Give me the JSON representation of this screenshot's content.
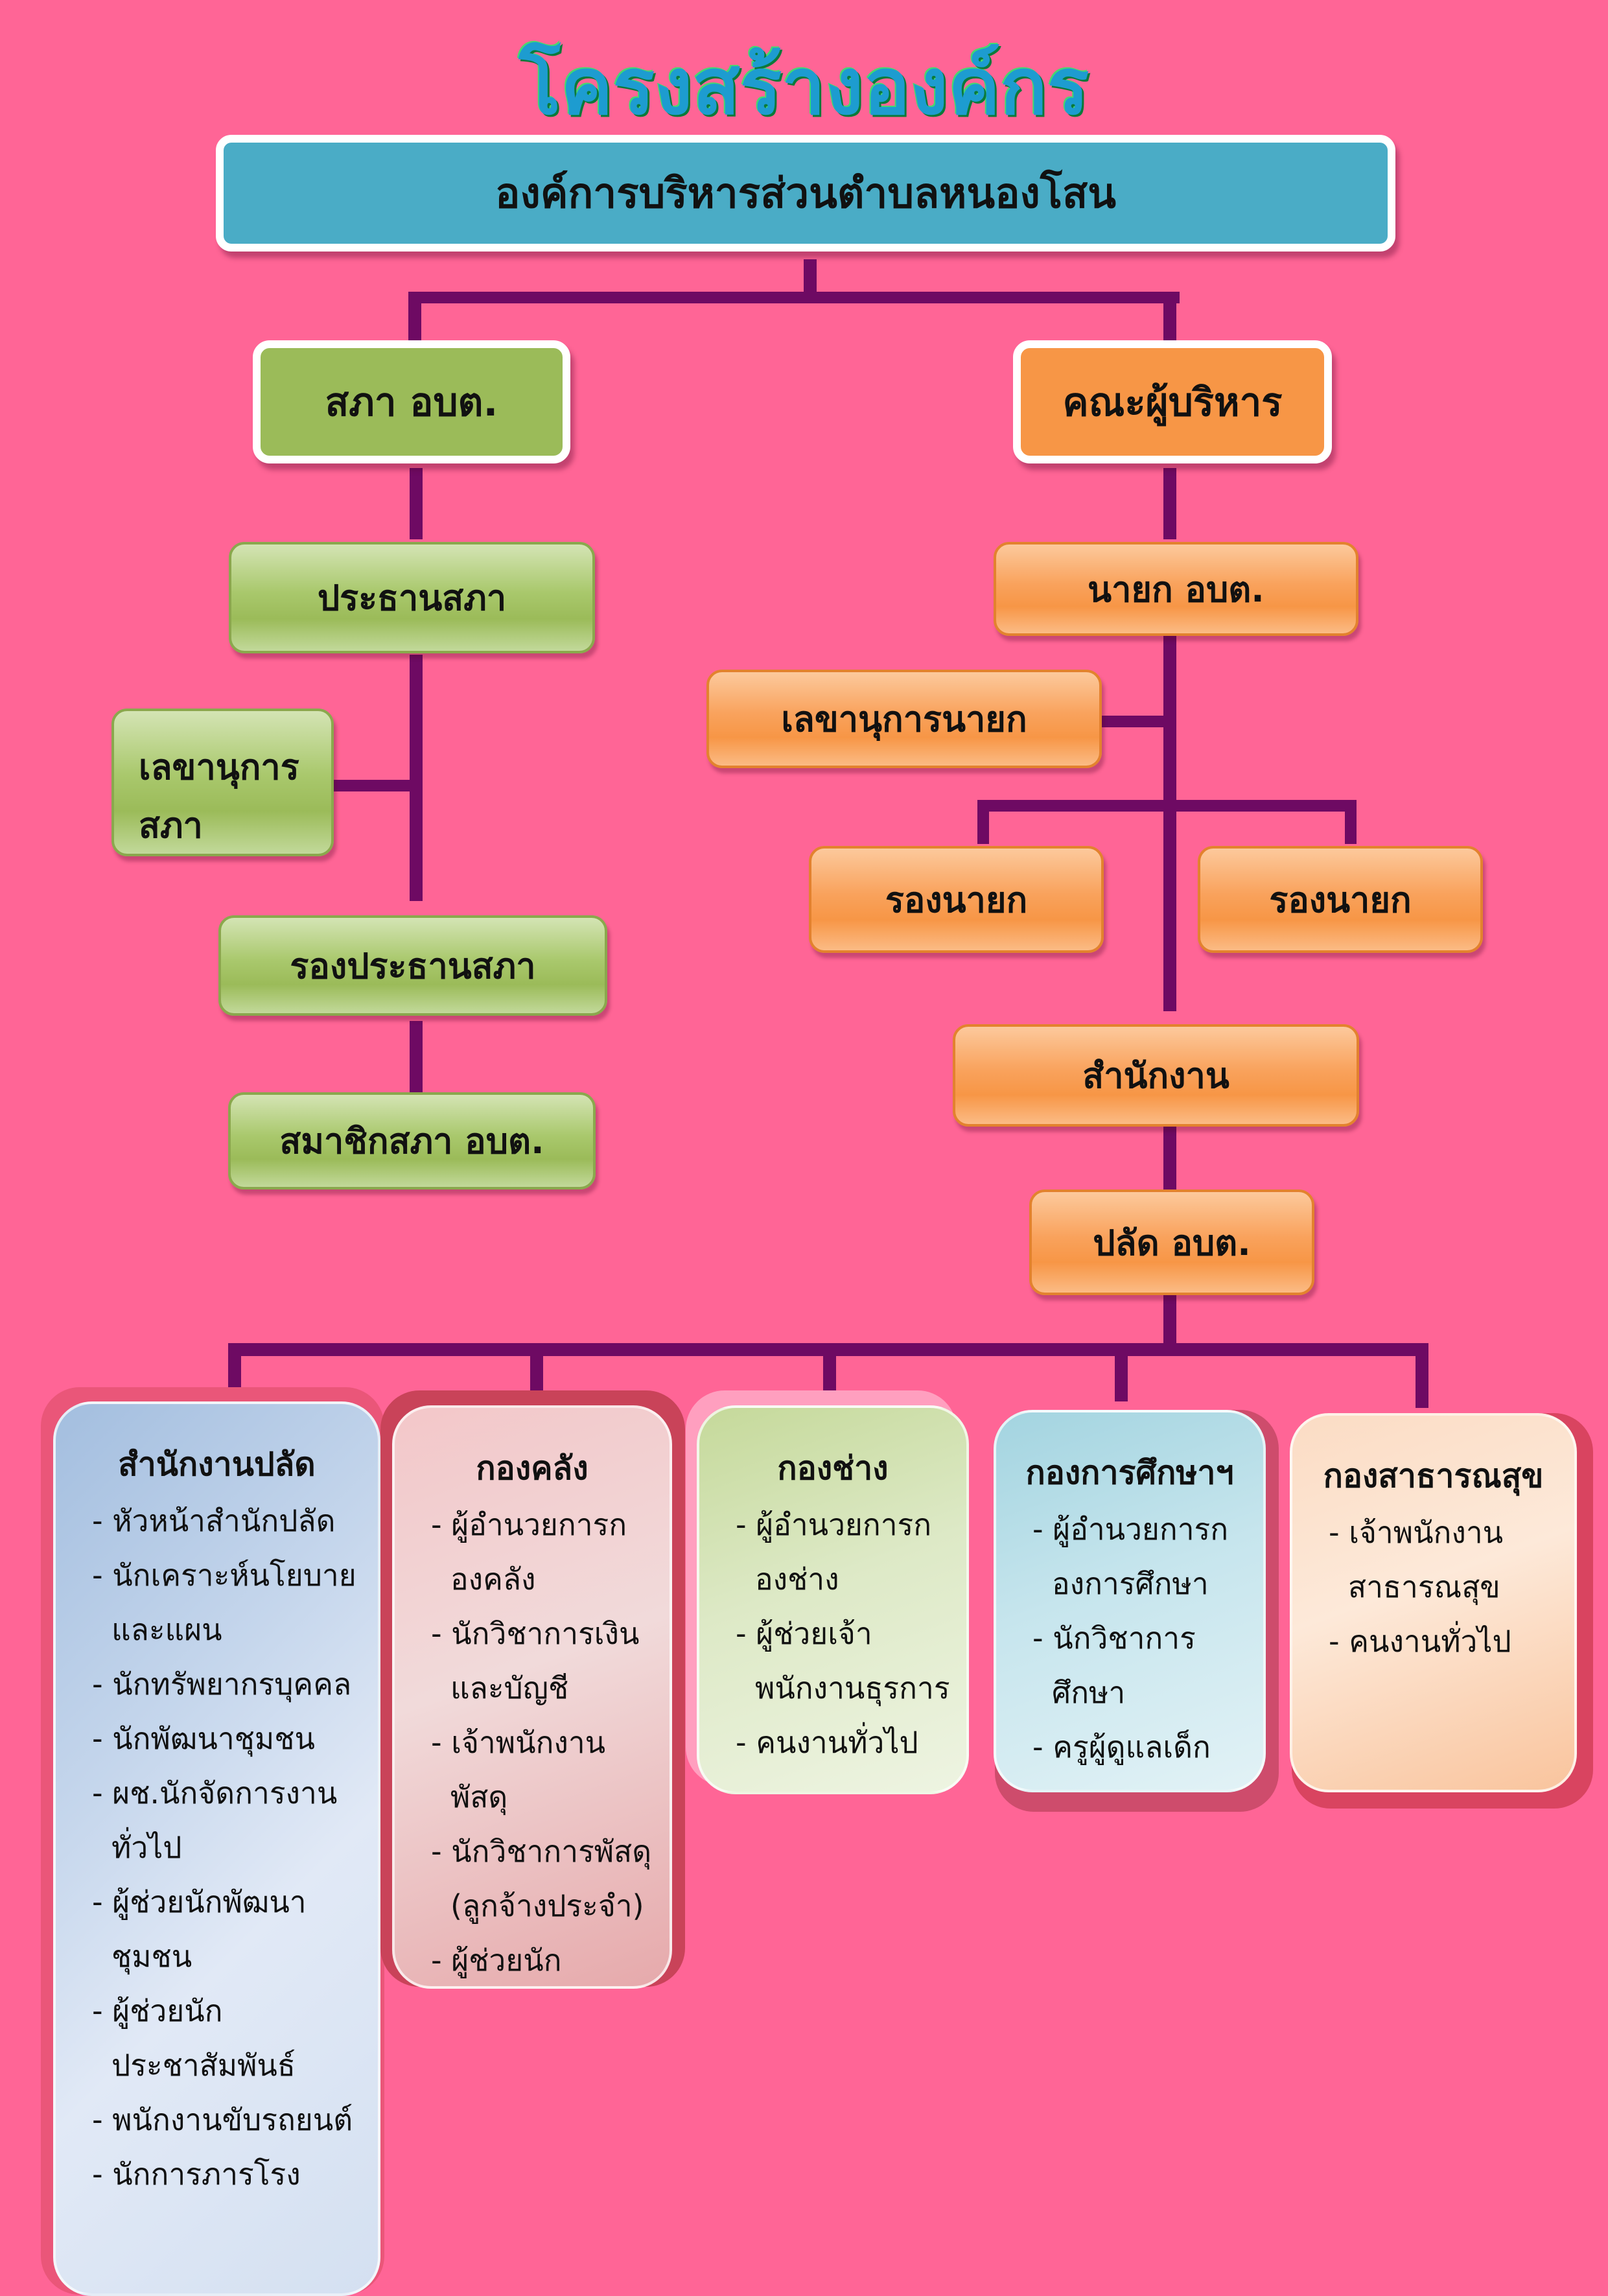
{
  "title": "โครงสร้างองค์กร",
  "organization": "องค์การบริหารส่วนตำบลหนองโสน",
  "council": {
    "name": "สภา อบต.",
    "chair": "ประธานสภา",
    "secretary": "เลขานุการสภา",
    "vice_chair": "รองประธานสภา",
    "members": "สมาชิกสภา อบต."
  },
  "executive": {
    "name": "คณะผู้บริหาร",
    "mayor": "นายก อบต.",
    "secretary": "เลขานุการนายก",
    "deputy_1": "รองนายก",
    "deputy_2": "รองนายก",
    "office": "สำนักงาน",
    "clerk": "ปลัด อบต."
  },
  "departments": [
    {
      "name": "สำนักงานปลัด",
      "items": [
        "หัวหน้าสำนักปลัด",
        "นักเคราะห์นโยบายและแผน",
        "นักทรัพยากรบุคคล",
        "นักพัฒนาชุมชน",
        "ผช.นักจัดการงานทั่วไป",
        "ผู้ช่วยนักพัฒนาชุมชน",
        "ผู้ช่วยนักประชาสัมพันธ์",
        "พนักงานขับรถยนต์",
        "นักการภารโรง"
      ]
    },
    {
      "name": "กองคลัง",
      "items": [
        "ผู้อำนวยการกองคลัง",
        "นักวิชาการเงินและบัญชี",
        "เจ้าพนักงานพัสดุ",
        "นักวิชาการพัสดุ (ลูกจ้างประจำ)",
        "ผู้ช่วยนักวิชาการเงินและบัญชี"
      ]
    },
    {
      "name": "กองช่าง",
      "items": [
        "ผู้อำนวยการกองช่าง",
        "ผู้ช่วยเจ้าพนักงานธุรการ",
        "คนงานทั่วไป"
      ]
    },
    {
      "name": "กองการศึกษาฯ",
      "items": [
        "ผู้อำนวยการกองการศึกษา",
        "นักวิชาการศึกษา",
        "ครูผู้ดูแลเด็ก"
      ]
    },
    {
      "name": "กองสาธารณสุข",
      "items": [
        "เจ้าพนักงานสาธารณสุข",
        "คนงานทั่วไป"
      ]
    }
  ]
}
